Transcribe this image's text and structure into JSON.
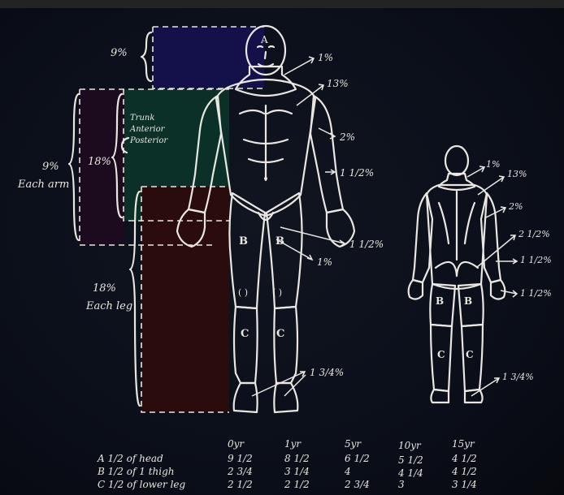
{
  "left_labels": {
    "head_pct": "9%",
    "trunk_label": "Trunk",
    "anterior_label": "Anterior",
    "posterior_label": "Posterior",
    "trunk_pct": "18%",
    "arm_pct": "9%",
    "arm_label": "Each arm",
    "leg_pct": "18%",
    "leg_label": "Each leg"
  },
  "adult_front_labels": {
    "head_letter": "A",
    "neck_pct": "1%",
    "chest_pct": "13%",
    "upper_arm_pct": "2%",
    "forearm_pct": "1 1/2%",
    "hand_pct": "1 1/2%",
    "genital_pct": "1%",
    "thigh_letter_left": "B",
    "thigh_letter_right": "B",
    "knee_mark_left": "( )",
    "knee_mark_right": "( )",
    "leg_letter_left": "C",
    "leg_letter_right": "C",
    "foot_pct": "1 3/4%"
  },
  "adult_back_labels": {
    "neck_pct": "1%",
    "back_pct": "13%",
    "upper_arm_pct": "2%",
    "buttock_pct": "2 1/2%",
    "forearm_pct": "1 1/2%",
    "hand_pct": "1 1/2%",
    "thigh_letter_left": "B",
    "thigh_letter_right": "B",
    "leg_letter_left": "C",
    "leg_letter_right": "C",
    "foot_pct": "1 3/4%"
  },
  "age_table": {
    "columns": [
      "0yr",
      "1yr",
      "5yr",
      "10yr",
      "15yr"
    ],
    "rows": [
      {
        "label": "A 1/2 of head",
        "values": [
          "9 1/2",
          "8 1/2",
          "6 1/2",
          "5 1/2",
          "4 1/2"
        ]
      },
      {
        "label": "B 1/2 of 1 thigh",
        "values": [
          "2 3/4",
          "3 1/4",
          "4",
          "4 1/4",
          "4 1/2"
        ]
      },
      {
        "label": "C 1/2 of lower leg",
        "values": [
          "2 1/2",
          "2 1/2",
          "2 3/4",
          "3",
          "3 1/4"
        ]
      }
    ]
  },
  "colors": {
    "board": "#0b0f1a",
    "chalk": "#e9e7e0",
    "neck_blue": "#2e38d8",
    "trunk_green": "#0f5148",
    "arm_purple": "#5c1a72",
    "thigh_red": "#7a1e22",
    "leg_orange": "#a8431c",
    "foot_green": "#6cae35",
    "leg_region_fill": "#2a0c0c",
    "trunk_region_fill": "#0b3028",
    "head_region_fill": "#14104a"
  }
}
